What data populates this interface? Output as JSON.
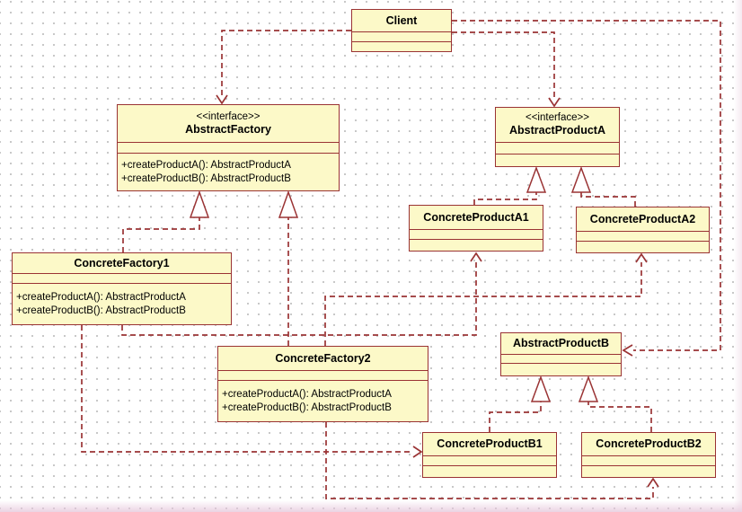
{
  "diagram": {
    "kind": "uml-class-diagram",
    "pattern": "Abstract Factory"
  },
  "colors": {
    "box_fill": "#fcf9c8",
    "box_border": "#9a3334",
    "connector": "#9a3334",
    "text": "#000000",
    "grid_dot": "#c4c4c4",
    "background": "#ffffff"
  },
  "classes": {
    "client": {
      "name": "Client"
    },
    "abstractFactory": {
      "stereotype": "<<interface>>",
      "name": "AbstractFactory",
      "operations": [
        "+createProductA(): AbstractProductA",
        "+createProductB(): AbstractProductB"
      ]
    },
    "abstractProductA": {
      "stereotype": "<<interface>>",
      "name": "AbstractProductA"
    },
    "concreteProductA1": {
      "name": "ConcreteProductA1"
    },
    "concreteProductA2": {
      "name": "ConcreteProductA2"
    },
    "concreteFactory1": {
      "name": "ConcreteFactory1",
      "operations": [
        "+createProductA(): AbstractProductA",
        "+createProductB(): AbstractProductB"
      ]
    },
    "concreteFactory2": {
      "name": "ConcreteFactory2",
      "operations": [
        "+createProductA(): AbstractProductA",
        "+createProductB(): AbstractProductB"
      ]
    },
    "abstractProductB": {
      "name": "AbstractProductB"
    },
    "concreteProductB1": {
      "name": "ConcreteProductB1"
    },
    "concreteProductB2": {
      "name": "ConcreteProductB2"
    }
  },
  "relationships": [
    {
      "from": "Client",
      "to": "AbstractFactory",
      "type": "dependency"
    },
    {
      "from": "Client",
      "to": "AbstractProductA",
      "type": "dependency"
    },
    {
      "from": "Client",
      "to": "AbstractProductB",
      "type": "dependency"
    },
    {
      "from": "ConcreteFactory1",
      "to": "AbstractFactory",
      "type": "realization"
    },
    {
      "from": "ConcreteFactory2",
      "to": "AbstractFactory",
      "type": "realization"
    },
    {
      "from": "ConcreteProductA1",
      "to": "AbstractProductA",
      "type": "realization"
    },
    {
      "from": "ConcreteProductA2",
      "to": "AbstractProductA",
      "type": "realization"
    },
    {
      "from": "ConcreteProductB1",
      "to": "AbstractProductB",
      "type": "realization"
    },
    {
      "from": "ConcreteProductB2",
      "to": "AbstractProductB",
      "type": "realization"
    },
    {
      "from": "ConcreteFactory1",
      "to": "ConcreteProductA1",
      "type": "dependency"
    },
    {
      "from": "ConcreteFactory1",
      "to": "ConcreteProductB1",
      "type": "dependency"
    },
    {
      "from": "ConcreteFactory2",
      "to": "ConcreteProductA2",
      "type": "dependency"
    },
    {
      "from": "ConcreteFactory2",
      "to": "ConcreteProductB2",
      "type": "dependency"
    }
  ]
}
